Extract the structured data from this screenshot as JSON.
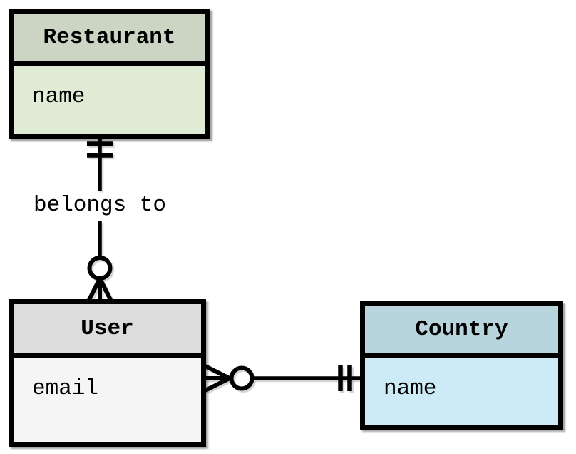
{
  "diagram": {
    "kind": "entity-relationship-diagram",
    "background_color": "#ffffff",
    "line_color": "#000000",
    "border_color": "#000000",
    "shadow_color": "#a0a0a0"
  },
  "entities": [
    {
      "id": "restaurant",
      "title": "Restaurant",
      "attributes": [
        "name"
      ],
      "header_color": "#ccd5c3",
      "body_color": "#e0ebd6"
    },
    {
      "id": "user",
      "title": "User",
      "attributes": [
        "email"
      ],
      "header_color": "#dcdcdc",
      "body_color": "#f5f5f5"
    },
    {
      "id": "country",
      "title": "Country",
      "attributes": [
        "name"
      ],
      "header_color": "#b8d5dd",
      "body_color": "#cdebf6"
    }
  ],
  "relationships": [
    {
      "from": "Restaurant",
      "to": "User",
      "label": "belongs to",
      "from_marker": "one-and-only-one",
      "to_marker": "zero-or-many"
    },
    {
      "from": "User",
      "to": "Country",
      "from_marker": "zero-or-many",
      "to_marker": "one-and-only-one"
    }
  ]
}
